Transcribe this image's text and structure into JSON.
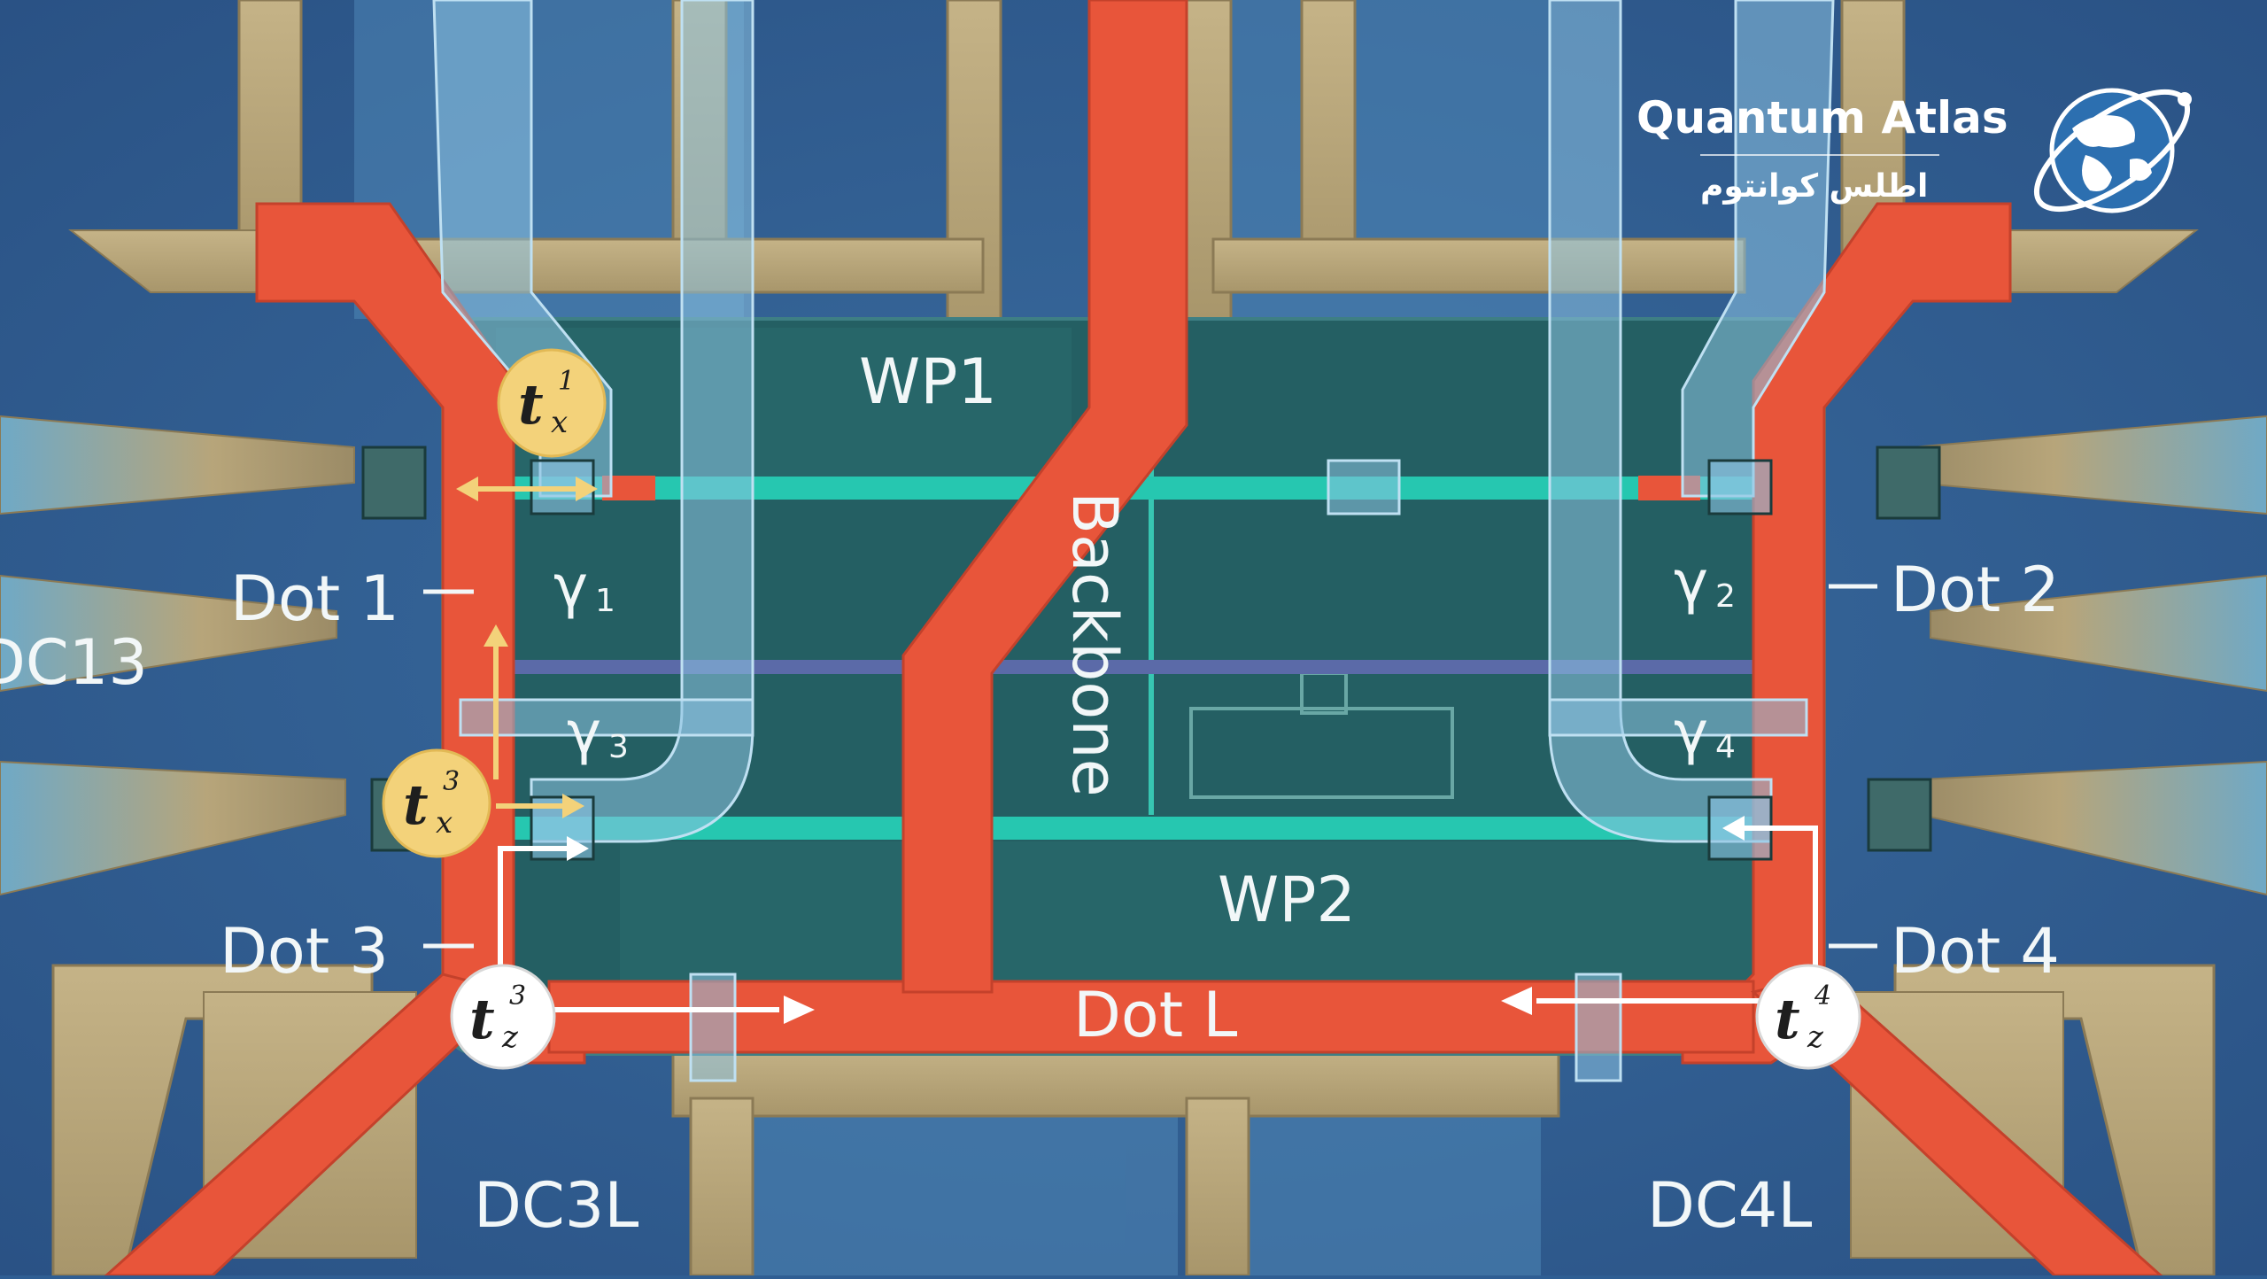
{
  "brand": {
    "name": "Quantum Atlas",
    "name_ar": "اطلس کوانتوم"
  },
  "colors": {
    "substrate_blue": "#2f5e93",
    "island_teal": "#245f63",
    "gate_gold": "#b7a57a",
    "backbone_red": "#e8553a",
    "wire_cyan": "#26c7b0",
    "gate_lightblue": "#8cc3e2",
    "badge_yellow": "#f3d27a",
    "badge_white": "#ffffff"
  },
  "labels": {
    "wp1": "WP1",
    "wp2": "WP2",
    "backbone": "Backbone",
    "dot1": "Dot 1",
    "dot2": "Dot 2",
    "dot3": "Dot 3",
    "dot4": "Dot 4",
    "dotL": "Dot L",
    "dc13": "DC13",
    "dc3l": "DC3L",
    "dc4l": "DC4L"
  },
  "majoranas": [
    {
      "symbol": "γ",
      "index": "1"
    },
    {
      "symbol": "γ",
      "index": "2"
    },
    {
      "symbol": "γ",
      "index": "3"
    },
    {
      "symbol": "γ",
      "index": "4"
    }
  ],
  "couplings": [
    {
      "base": "t",
      "sub": "x",
      "sup": "1",
      "style": "yellow"
    },
    {
      "base": "t",
      "sub": "x",
      "sup": "3",
      "style": "yellow"
    },
    {
      "base": "t",
      "sub": "z",
      "sup": "3",
      "style": "white"
    },
    {
      "base": "t",
      "sub": "z",
      "sup": "4",
      "style": "white"
    }
  ],
  "icons": [
    "globe-orbit-logo-icon"
  ]
}
